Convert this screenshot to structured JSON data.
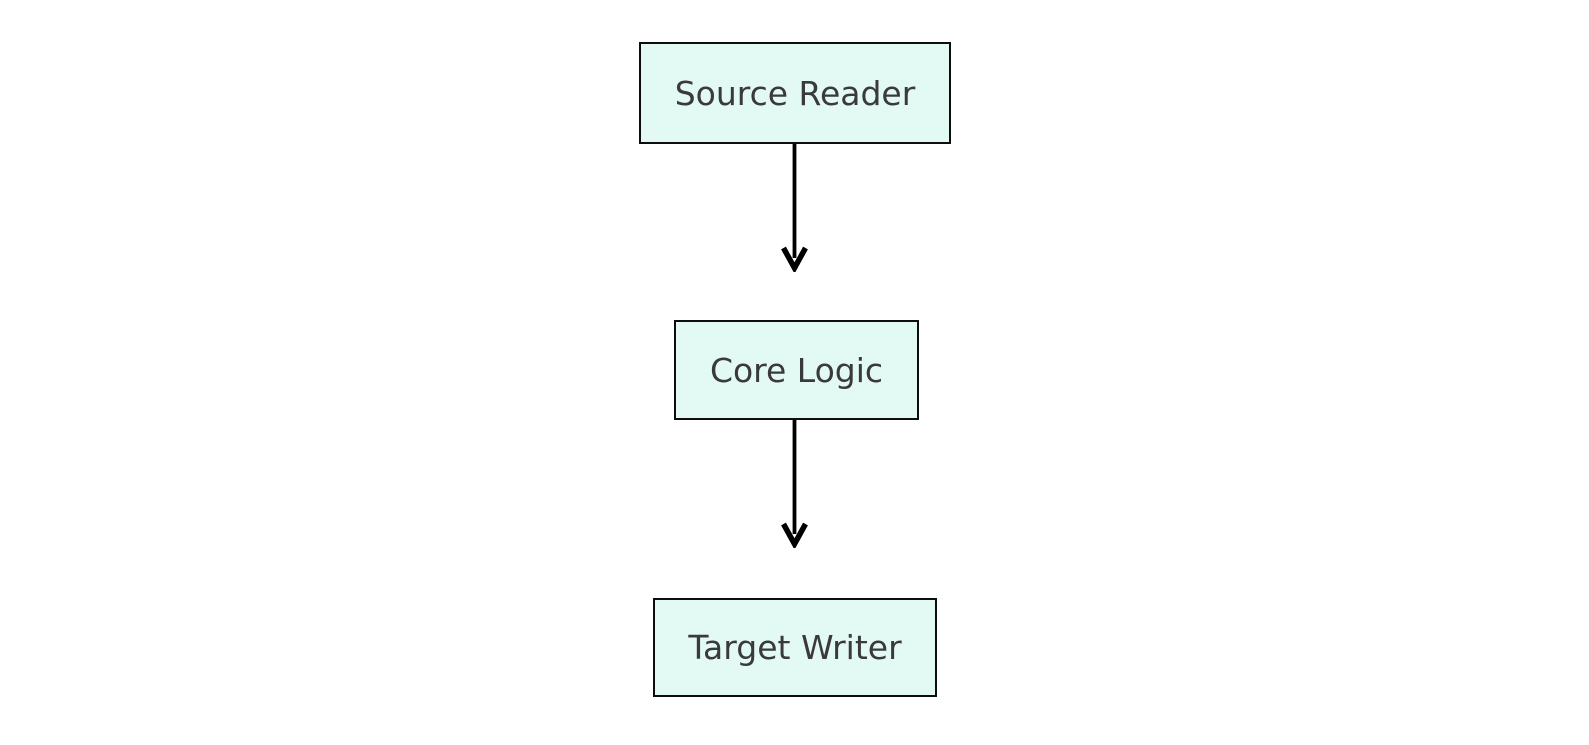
{
  "diagram": {
    "type": "flowchart",
    "orientation": "vertical",
    "nodes": [
      {
        "id": "source-reader",
        "label": "Source Reader"
      },
      {
        "id": "core-logic",
        "label": "Core Logic"
      },
      {
        "id": "target-writer",
        "label": "Target Writer"
      }
    ],
    "edges": [
      {
        "from": "source-reader",
        "to": "core-logic",
        "style": "arrow-down"
      },
      {
        "from": "core-logic",
        "to": "target-writer",
        "style": "arrow-down"
      }
    ],
    "colors": {
      "background": "#ffffff",
      "node_fill": "#e3faf4",
      "node_border": "#0d0d0d",
      "node_text": "#3a3a3a",
      "arrow": "#000000"
    }
  }
}
